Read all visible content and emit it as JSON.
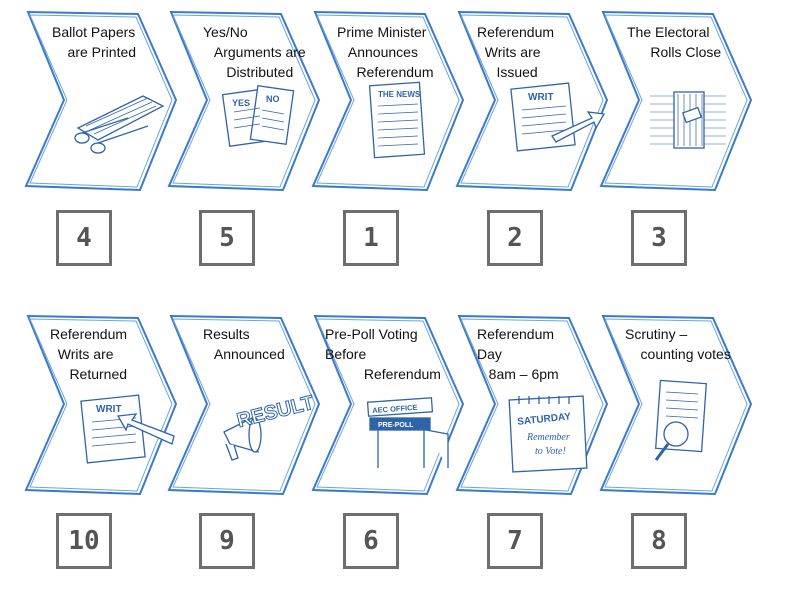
{
  "steps": [
    {
      "label": "Ballot Papers\n    are Printed",
      "number": "4",
      "icon": "printed-ballots-icon"
    },
    {
      "label": "Yes/No\n   Arguments are\n      Distributed",
      "number": "5",
      "icon": "yes-no-pamphlets-icon"
    },
    {
      "label": "Prime Minister\n   Announces\n     Referendum",
      "number": "1",
      "icon": "newspaper-icon"
    },
    {
      "label": "Referendum\n  Writs are\n     Issued",
      "number": "2",
      "icon": "writ-issued-icon"
    },
    {
      "label": "The Electoral\n      Rolls Close",
      "number": "3",
      "icon": "closed-window-icon"
    },
    {
      "label": "Referendum\n  Writs are\n     Returned",
      "number": "10",
      "icon": "writ-returned-icon"
    },
    {
      "label": "Results\n   Announced",
      "number": "9",
      "icon": "megaphone-icon"
    },
    {
      "label": "Pre-Poll Voting\nBefore\n          Referendum",
      "number": "6",
      "icon": "aec-office-sign-icon"
    },
    {
      "label": "Referendum\nDay\n   8am – 6pm",
      "number": "7",
      "icon": "calendar-icon"
    },
    {
      "label": "Scrutiny –\n    counting votes",
      "number": "8",
      "icon": "magnifier-ballot-icon"
    }
  ],
  "sketch_text": {
    "yes": "YES",
    "no": "NO",
    "news": "THE NEWS",
    "writ": "WRIT",
    "result": "RESULT",
    "aec": "AEC OFFICE",
    "prepoll": "PRE-POLL",
    "saturday": "SATURDAY",
    "remember": "Remember",
    "tovote": "to Vote!"
  },
  "colors": {
    "outline": "#3a7bc8",
    "box": "#6e6e6e",
    "ink": "#2f64a8"
  }
}
